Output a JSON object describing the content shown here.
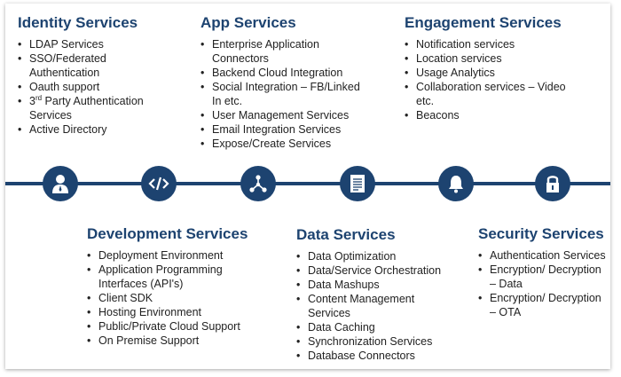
{
  "top_sections": [
    {
      "title": "Identity Services",
      "items": [
        "LDAP Services",
        "SSO/Federated Authentication",
        "Oauth support",
        "3rd Party Authentication Services",
        "Active Directory"
      ]
    },
    {
      "title": "App Services",
      "items": [
        "Enterprise Application Connectors",
        "Backend Cloud Integration",
        "Social Integration – FB/Linked In etc.",
        "User Management Services",
        "Email Integration Services",
        "Expose/Create Services"
      ]
    },
    {
      "title": "Engagement Services",
      "items": [
        "Notification services",
        "Location services",
        "Usage Analytics",
        "Collaboration services – Video etc.",
        "Beacons"
      ]
    }
  ],
  "bottom_sections": [
    {
      "title": "Development Services",
      "items": [
        "Deployment Environment",
        "Application Programming Interfaces (API's)",
        "Client SDK",
        "Hosting Environment",
        "Public/Private Cloud Support",
        "On Premise Support"
      ]
    },
    {
      "title": "Data Services",
      "items": [
        "Data Optimization",
        "Data/Service Orchestration",
        "Data Mashups",
        "Content Management Services",
        "Data Caching",
        "Synchronization Services",
        "Database Connectors"
      ]
    },
    {
      "title": "Security Services",
      "items": [
        "Authentication Services",
        "Encryption/ Decryption – Data",
        "Encryption/ Decryption – OTA"
      ]
    }
  ],
  "timeline_icons": [
    "user-icon",
    "code-icon",
    "network-icon",
    "document-icon",
    "bell-icon",
    "lock-icon"
  ],
  "colors": {
    "accent": "#1d4370",
    "text": "#222222",
    "background": "#ffffff"
  }
}
